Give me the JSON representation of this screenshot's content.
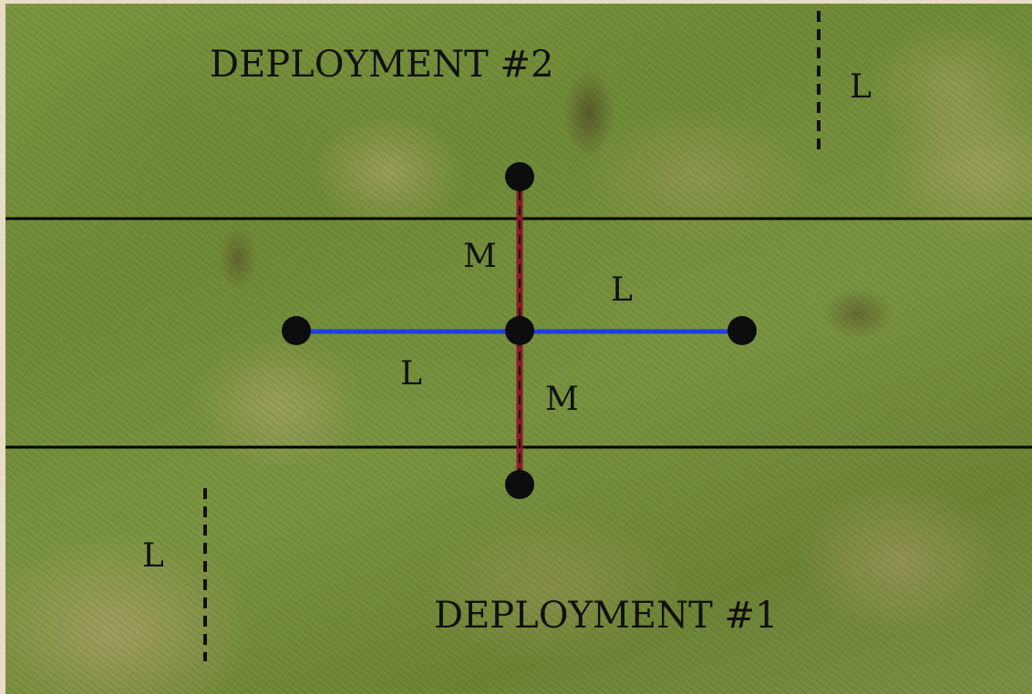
{
  "labels": {
    "deployment_top": "DEPLOYMENT #2",
    "deployment_bottom": "DEPLOYMENT #1",
    "range_long_top_right": "L",
    "range_medium_upper": "M",
    "range_long_upper_right": "L",
    "range_long_lower_left": "L",
    "range_medium_lower": "M",
    "range_long_bottom_left": "L"
  },
  "colors": {
    "grass": "#7a9442",
    "deployment_line": "#000000",
    "objective_marker": "#0d0d0d",
    "horizontal_range_line": "#1f3fe0",
    "vertical_range_line": "#8e1a2a",
    "dashed_line": "#111111"
  },
  "icons": {
    "objective_marker": "black-circle-marker"
  }
}
